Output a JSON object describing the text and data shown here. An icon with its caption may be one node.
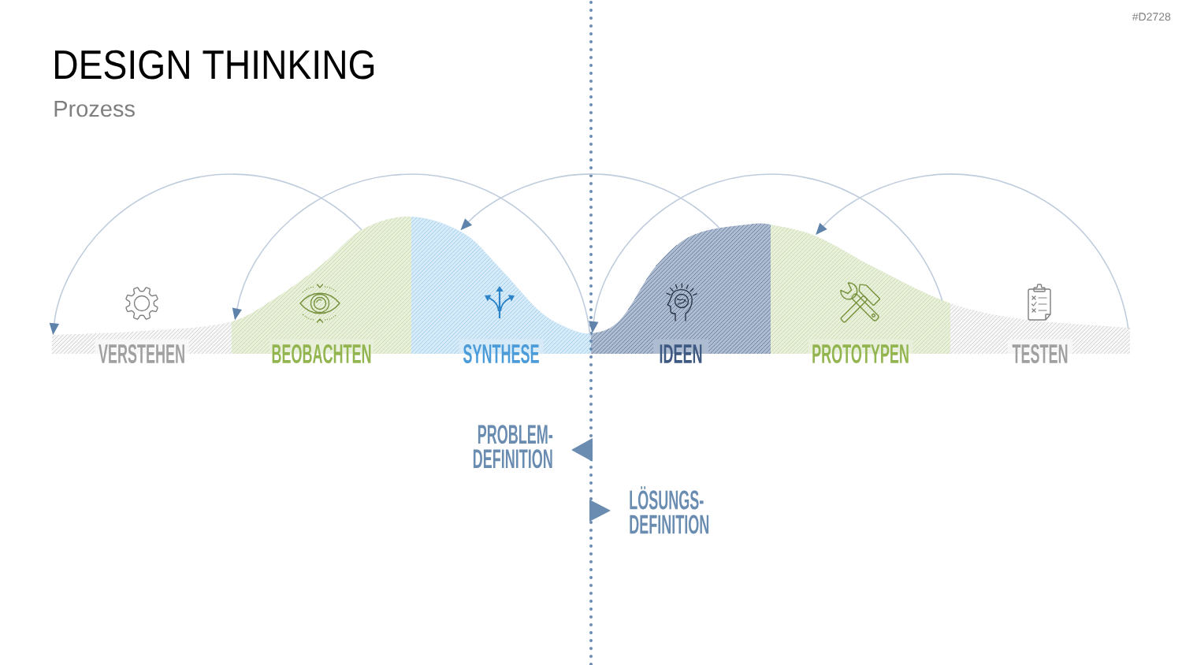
{
  "diagram": {
    "title": "DESIGN THINKING",
    "nodes": [
      {
        "text": [
          "VERSTEHEN"
        ]
      },
      {
        "text": [
          "BEOBACHTEN"
        ]
      },
      {
        "text": [
          "SYNTHESE"
        ]
      },
      {
        "text": [
          "IDEEN"
        ]
      },
      {
        "text": [
          "PROTOTYPEN"
        ]
      },
      {
        "text": [
          "TESTEN"
        ]
      }
    ],
    "edges": [
      {
        "from": 1,
        "to": 0,
        "arrow": "to"
      },
      {
        "from": 2,
        "to": 1,
        "arrow": "to"
      },
      {
        "from": 3,
        "to": 2,
        "arrow": "to"
      },
      {
        "from": 4,
        "to": 3,
        "arrow": "to"
      },
      {
        "from": 5,
        "to": 4,
        "arrow": "to"
      }
    ],
    "labels": [
      "#D2728",
      "Prozess",
      "PROBLEM- DEFINITION",
      "LÖSUNGS- DEFINITION"
    ]
  }
}
